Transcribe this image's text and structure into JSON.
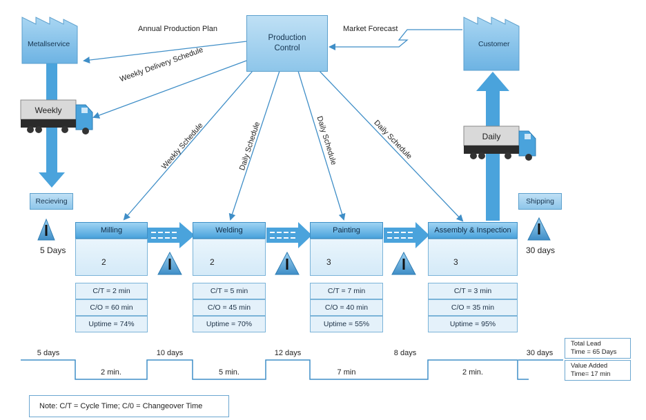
{
  "supplier": {
    "label": "Metallservice"
  },
  "customer": {
    "label": "Customer"
  },
  "control": {
    "label_line1": "Production",
    "label_line2": "Control"
  },
  "flows": {
    "annual_plan": "Annual Production Plan",
    "market_forecast": "Market Forecast",
    "weekly_delivery": "Weekly Delivery Schedule",
    "weekly_schedule": "Weekly Schedule",
    "daily_1": "Daily Schedule",
    "daily_2": "Daily Schedule",
    "daily_3": "Daily Schedule"
  },
  "trucks": {
    "inbound": "Weekly",
    "outbound": "Daily"
  },
  "receiving": {
    "label": "Recieving",
    "inventory": "5 Days"
  },
  "shipping": {
    "label": "Shipping",
    "inventory": "30 days"
  },
  "processes": [
    {
      "name": "Milling",
      "operators": "2",
      "ct": "C/T = 2 min",
      "co": "C/O = 60 min",
      "uptime": "Uptime = 74%"
    },
    {
      "name": "Welding",
      "operators": "2",
      "ct": "C/T = 5 min",
      "co": "C/O = 45 min",
      "uptime": "Uptime = 70%"
    },
    {
      "name": "Painting",
      "operators": "3",
      "ct": "C/T = 7 min",
      "co": "C/O = 40 min",
      "uptime": "Uptime = 55%"
    },
    {
      "name": "Assembly & Inspection",
      "operators": "3",
      "ct": "C/T = 3 min",
      "co": "C/O = 35 min",
      "uptime": "Uptime = 95%"
    }
  ],
  "timeline": {
    "wait": [
      "5 days",
      "10 days",
      "12 days",
      "8 days",
      "30 days"
    ],
    "process": [
      "2 min.",
      "5 min.",
      "7 min",
      "2 min."
    ]
  },
  "summary": {
    "lead_line1": "Total Lead",
    "lead_line2": "Time = 65 Days",
    "va_line1": "Value Added",
    "va_line2": "Time= 17 min"
  },
  "note": "Note: C/T = Cycle Time; C/0 = Changeover Time",
  "colors": {
    "accent": "#4aa3dc",
    "line": "#3f8ec7",
    "box": "#8ec6ea"
  }
}
